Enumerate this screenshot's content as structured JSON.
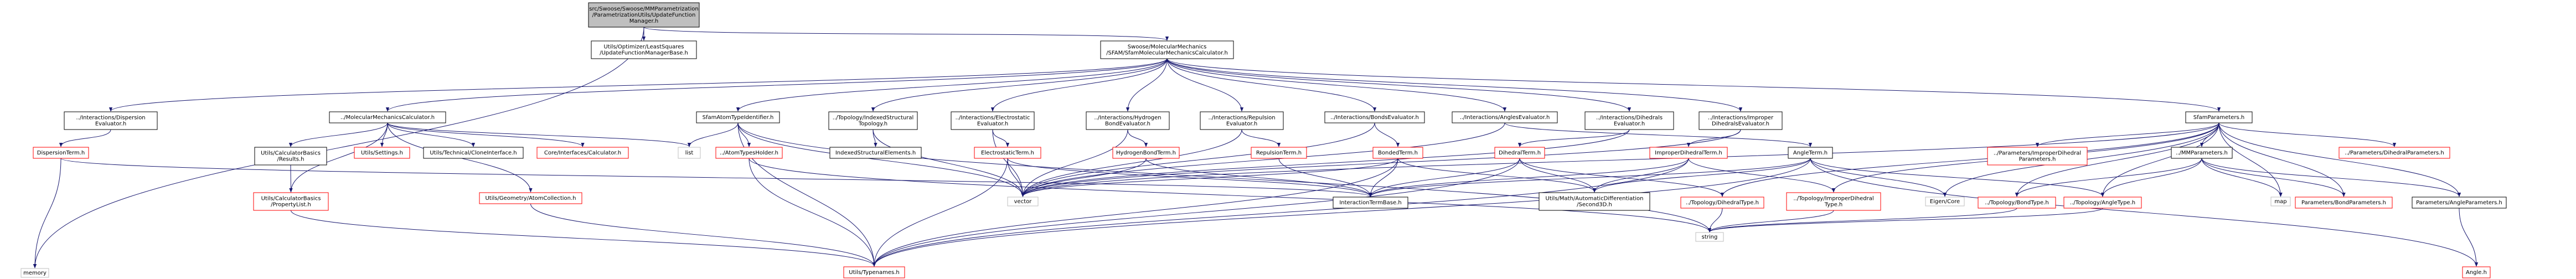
{
  "colors": {
    "edge": "#191970",
    "root_fill": "#bfbfbf",
    "documented_border": "#000000",
    "undocumented_border": "#ff0000",
    "external_border": "#bfbfbf",
    "text": "#000000"
  },
  "nodes": [
    {
      "id": "root",
      "lines": [
        "src/Swoose/Swoose/MMParametrization",
        "/ParametrizationUtils/UpdateFunction",
        "Manager.h"
      ],
      "style": "root"
    },
    {
      "id": "lsq",
      "lines": [
        "Utils/Optimizer/LeastSquares",
        "/UpdateFunctionManagerBase.h"
      ],
      "style": "black"
    },
    {
      "id": "sfamcalc",
      "lines": [
        "Swoose/MolecularMechanics",
        "/SFAM/SfamMolecularMechanicsCalculator.h"
      ],
      "style": "black"
    },
    {
      "id": "memory",
      "lines": [
        "memory"
      ],
      "style": "gray"
    },
    {
      "id": "dispeval",
      "lines": [
        "../Interactions/Dispersion",
        "Evaluator.h"
      ],
      "style": "black"
    },
    {
      "id": "mmcalc",
      "lines": [
        "../MolecularMechanicsCalculator.h"
      ],
      "style": "black"
    },
    {
      "id": "sfamatom",
      "lines": [
        "SfamAtomTypeIdentifier.h"
      ],
      "style": "black"
    },
    {
      "id": "indextopo",
      "lines": [
        "../Topology/IndexedStructural",
        "Topology.h"
      ],
      "style": "black"
    },
    {
      "id": "electroeval",
      "lines": [
        "../Interactions/Electrostatic",
        "Evaluator.h"
      ],
      "style": "black"
    },
    {
      "id": "hbondeval",
      "lines": [
        "../Interactions/Hydrogen",
        "BondEvaluator.h"
      ],
      "style": "black"
    },
    {
      "id": "repeval",
      "lines": [
        "../Interactions/Repulsion",
        "Evaluator.h"
      ],
      "style": "black"
    },
    {
      "id": "bondseval",
      "lines": [
        "../Interactions/BondsEvaluator.h"
      ],
      "style": "black"
    },
    {
      "id": "angleseval",
      "lines": [
        "../Interactions/AnglesEvaluator.h"
      ],
      "style": "black"
    },
    {
      "id": "dihedeval",
      "lines": [
        "../Interactions/Dihedrals",
        "Evaluator.h"
      ],
      "style": "black"
    },
    {
      "id": "impeval",
      "lines": [
        "../Interactions/Improper",
        "DihedralsEvaluator.h"
      ],
      "style": "black"
    },
    {
      "id": "sfamparams",
      "lines": [
        "SfamParameters.h"
      ],
      "style": "black"
    },
    {
      "id": "dispterm",
      "lines": [
        "DispersionTerm.h"
      ],
      "style": "red"
    },
    {
      "id": "calcresults",
      "lines": [
        "Utils/CalculatorBasics",
        "/Results.h"
      ],
      "style": "black"
    },
    {
      "id": "settings",
      "lines": [
        "Utils/Settings.h"
      ],
      "style": "red"
    },
    {
      "id": "clone",
      "lines": [
        "Utils/Technical/CloneInterface.h"
      ],
      "style": "black"
    },
    {
      "id": "corecalc",
      "lines": [
        "Core/Interfaces/Calculator.h"
      ],
      "style": "red"
    },
    {
      "id": "list",
      "lines": [
        "list"
      ],
      "style": "gray"
    },
    {
      "id": "atomholder",
      "lines": [
        "../AtomTypesHolder.h"
      ],
      "style": "red"
    },
    {
      "id": "indexelems",
      "lines": [
        "IndexedStructuralElements.h"
      ],
      "style": "black"
    },
    {
      "id": "electroterm",
      "lines": [
        "ElectrostaticTerm.h"
      ],
      "style": "red"
    },
    {
      "id": "hbondterm",
      "lines": [
        "HydrogenBondTerm.h"
      ],
      "style": "red"
    },
    {
      "id": "repterm",
      "lines": [
        "RepulsionTerm.h"
      ],
      "style": "red"
    },
    {
      "id": "bondedterm",
      "lines": [
        "BondedTerm.h"
      ],
      "style": "red"
    },
    {
      "id": "dihedterm",
      "lines": [
        "DihedralTerm.h"
      ],
      "style": "red"
    },
    {
      "id": "impterm",
      "lines": [
        "ImproperDihedralTerm.h"
      ],
      "style": "red"
    },
    {
      "id": "angleterm",
      "lines": [
        "AngleTerm.h"
      ],
      "style": "black"
    },
    {
      "id": "impdihedparams",
      "lines": [
        "../Parameters/ImproperDihedral",
        "Parameters.h"
      ],
      "style": "red"
    },
    {
      "id": "mmparams",
      "lines": [
        "../MMParameters.h"
      ],
      "style": "black"
    },
    {
      "id": "dihedparams",
      "lines": [
        "../Parameters/DihedralParameters.h"
      ],
      "style": "red"
    },
    {
      "id": "proplist",
      "lines": [
        "Utils/CalculatorBasics",
        "/PropertyList.h"
      ],
      "style": "red"
    },
    {
      "id": "atomcoll",
      "lines": [
        "Utils/Geometry/AtomCollection.h"
      ],
      "style": "red"
    },
    {
      "id": "vector",
      "lines": [
        "vector"
      ],
      "style": "gray"
    },
    {
      "id": "itbase",
      "lines": [
        "InteractionTermBase.h"
      ],
      "style": "black"
    },
    {
      "id": "autodiff",
      "lines": [
        "Utils/Math/AutomaticDifferentiation",
        "/Second3D.h"
      ],
      "style": "black"
    },
    {
      "id": "topodihed",
      "lines": [
        "../Topology/DihedralType.h"
      ],
      "style": "red"
    },
    {
      "id": "topoimp",
      "lines": [
        "../Topology/ImproperDihedral",
        "Type.h"
      ],
      "style": "red"
    },
    {
      "id": "eigen",
      "lines": [
        "Eigen/Core"
      ],
      "style": "gray"
    },
    {
      "id": "topobond",
      "lines": [
        "../Topology/BondType.h"
      ],
      "style": "red"
    },
    {
      "id": "topoangle",
      "lines": [
        "../Topology/AngleType.h"
      ],
      "style": "red"
    },
    {
      "id": "map",
      "lines": [
        "map"
      ],
      "style": "gray"
    },
    {
      "id": "bondparams",
      "lines": [
        "Parameters/BondParameters.h"
      ],
      "style": "red"
    },
    {
      "id": "angleparams",
      "lines": [
        "Parameters/AngleParameters.h"
      ],
      "style": "black"
    },
    {
      "id": "string",
      "lines": [
        "string"
      ],
      "style": "gray"
    },
    {
      "id": "typenames",
      "lines": [
        "Utils/Typenames.h"
      ],
      "style": "red"
    },
    {
      "id": "angleh",
      "lines": [
        "Angle.h"
      ],
      "style": "red"
    }
  ],
  "edges": [
    [
      "root",
      "lsq"
    ],
    [
      "root",
      "sfamcalc"
    ],
    [
      "root",
      "memory"
    ],
    [
      "sfamcalc",
      "dispeval"
    ],
    [
      "sfamcalc",
      "mmcalc"
    ],
    [
      "sfamcalc",
      "sfamatom"
    ],
    [
      "sfamcalc",
      "indextopo"
    ],
    [
      "sfamcalc",
      "electroeval"
    ],
    [
      "sfamcalc",
      "hbondeval"
    ],
    [
      "sfamcalc",
      "repeval"
    ],
    [
      "sfamcalc",
      "bondseval"
    ],
    [
      "sfamcalc",
      "angleseval"
    ],
    [
      "sfamcalc",
      "dihedeval"
    ],
    [
      "sfamcalc",
      "impeval"
    ],
    [
      "sfamcalc",
      "sfamparams"
    ],
    [
      "dispeval",
      "dispterm"
    ],
    [
      "dispterm",
      "itbase"
    ],
    [
      "dispterm",
      "memory"
    ],
    [
      "mmcalc",
      "calcresults"
    ],
    [
      "mmcalc",
      "settings"
    ],
    [
      "mmcalc",
      "clone"
    ],
    [
      "mmcalc",
      "corecalc"
    ],
    [
      "mmcalc",
      "list"
    ],
    [
      "mmcalc",
      "atomcoll"
    ],
    [
      "mmcalc",
      "proplist"
    ],
    [
      "calcresults",
      "proplist"
    ],
    [
      "proplist",
      "typenames"
    ],
    [
      "sfamatom",
      "list"
    ],
    [
      "sfamatom",
      "atomholder"
    ],
    [
      "sfamatom",
      "vector"
    ],
    [
      "sfamatom",
      "typenames"
    ],
    [
      "sfamatom",
      "string"
    ],
    [
      "atomholder",
      "string"
    ],
    [
      "atomholder",
      "typenames"
    ],
    [
      "atomcoll",
      "typenames"
    ],
    [
      "indextopo",
      "indexelems"
    ],
    [
      "indextopo",
      "vector"
    ],
    [
      "electroeval",
      "electroterm"
    ],
    [
      "electroeval",
      "vector"
    ],
    [
      "electroterm",
      "itbase"
    ],
    [
      "electroterm",
      "typenames"
    ],
    [
      "electroterm",
      "vector"
    ],
    [
      "hbondeval",
      "hbondterm"
    ],
    [
      "hbondeval",
      "vector"
    ],
    [
      "hbondterm",
      "itbase"
    ],
    [
      "hbondterm",
      "vector"
    ],
    [
      "repeval",
      "repterm"
    ],
    [
      "repeval",
      "vector"
    ],
    [
      "repterm",
      "itbase"
    ],
    [
      "bondseval",
      "bondedterm"
    ],
    [
      "bondseval",
      "vector"
    ],
    [
      "bondedterm",
      "itbase"
    ],
    [
      "bondedterm",
      "typenames"
    ],
    [
      "bondedterm",
      "vector"
    ],
    [
      "bondedterm",
      "autodiff"
    ],
    [
      "angleseval",
      "angleterm"
    ],
    [
      "angleseval",
      "vector"
    ],
    [
      "angleterm",
      "itbase"
    ],
    [
      "angleterm",
      "autodiff"
    ],
    [
      "angleterm",
      "eigen"
    ],
    [
      "angleterm",
      "typenames"
    ],
    [
      "angleterm",
      "angleh"
    ],
    [
      "angleterm",
      "topoangle"
    ],
    [
      "dihedeval",
      "dihedterm"
    ],
    [
      "dihedeval",
      "vector"
    ],
    [
      "dihedterm",
      "itbase"
    ],
    [
      "dihedterm",
      "autodiff"
    ],
    [
      "dihedterm",
      "topodihed"
    ],
    [
      "dihedterm",
      "typenames"
    ],
    [
      "impeval",
      "impterm"
    ],
    [
      "impeval",
      "vector"
    ],
    [
      "impterm",
      "itbase"
    ],
    [
      "impterm",
      "autodiff"
    ],
    [
      "impterm",
      "topoimp"
    ],
    [
      "impterm",
      "typenames"
    ],
    [
      "sfamparams",
      "vector"
    ],
    [
      "sfamparams",
      "impdihedparams"
    ],
    [
      "sfamparams",
      "mmparams"
    ],
    [
      "sfamparams",
      "dihedparams"
    ],
    [
      "sfamparams",
      "topodihed"
    ],
    [
      "sfamparams",
      "topoimp"
    ],
    [
      "sfamparams",
      "eigen"
    ],
    [
      "sfamparams",
      "topobond"
    ],
    [
      "sfamparams",
      "topoangle"
    ],
    [
      "sfamparams",
      "map"
    ],
    [
      "sfamparams",
      "bondparams"
    ],
    [
      "sfamparams",
      "angleparams"
    ],
    [
      "mmparams",
      "topobond"
    ],
    [
      "mmparams",
      "topoangle"
    ],
    [
      "mmparams",
      "map"
    ],
    [
      "mmparams",
      "bondparams"
    ],
    [
      "mmparams",
      "angleparams"
    ],
    [
      "topodihed",
      "string"
    ],
    [
      "topoimp",
      "string"
    ],
    [
      "topobond",
      "string"
    ],
    [
      "topoangle",
      "string"
    ],
    [
      "angleparams",
      "angleh"
    ]
  ]
}
